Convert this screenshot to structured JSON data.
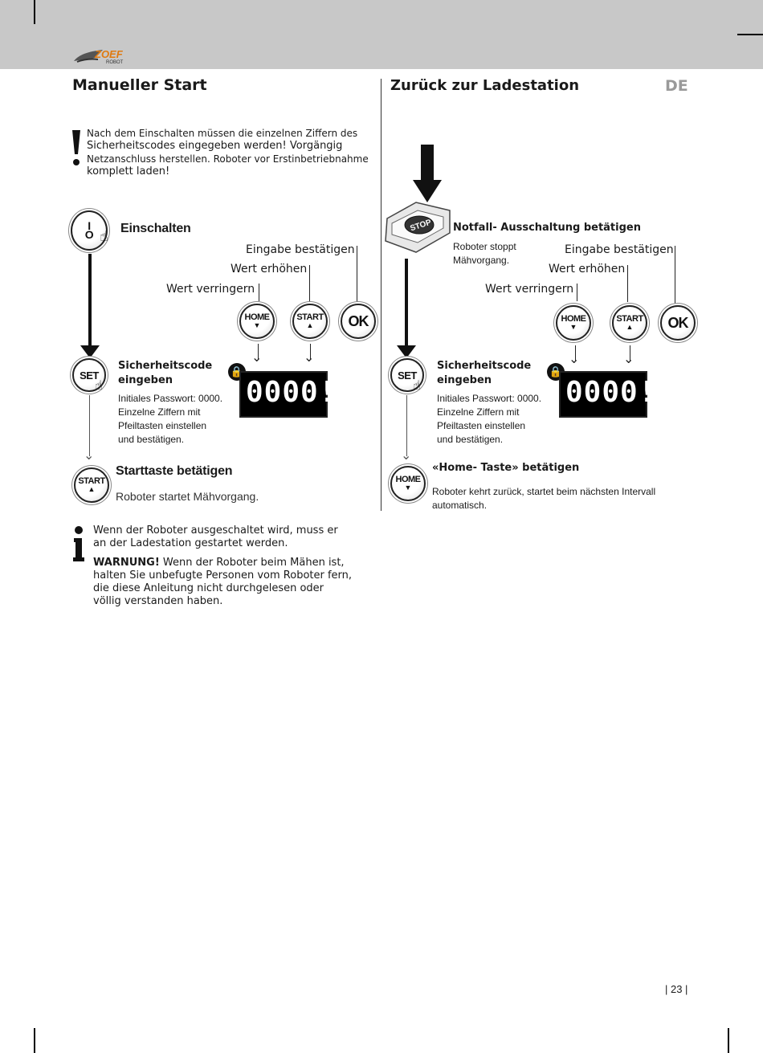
{
  "brand": {
    "logo_text": "ZOEF",
    "logo_sub": "ROBOT"
  },
  "lang": "DE",
  "page_number": "| 23 |",
  "left": {
    "title": "Manueller Start",
    "warning": {
      "line1": "Nach dem Einschalten müssen die einzelnen Ziffern des",
      "line2": "Sicherheitscodes eingegeben werden! Vorgängig",
      "line3": "Netzanschluss herstellen. Roboter vor Erstinbetriebnahme",
      "line4": "komplett laden!"
    },
    "switch_on": "Einschalten",
    "switch_symbol_i": "I",
    "switch_symbol_o": "O",
    "labels": {
      "confirm": "Eingabe bestätigen",
      "increase": "Wert erhöhen",
      "decrease": "Wert verringern"
    },
    "buttons": {
      "home": "HOME",
      "start": "START",
      "ok": "OK",
      "set": "SET"
    },
    "code_title_1": "Sicherheitscode",
    "code_title_2": "eingeben",
    "code_desc": {
      "l1": "Initiales Passwort: 0000.",
      "l2": "Einzelne Ziffern mit",
      "l3": "Pfeiltasten einstellen",
      "l4": "und bestätigen."
    },
    "display_value": "0000",
    "display_suffix": "!",
    "start_title": "Starttaste betätigen",
    "start_desc": "Roboter startet Mähvorgang.",
    "info": {
      "p1_l1": "Wenn der Roboter ausgeschaltet wird, muss er",
      "p1_l2": "an der Ladestation gestartet werden.",
      "warn_label": "WARNUNG!",
      "p2_l1": " Wenn der Roboter beim Mähen ist,",
      "p2_l2": "halten Sie unbefugte Personen vom Roboter fern,",
      "p2_l3": "die diese Anleitung nicht durchgelesen oder",
      "p2_l4": "völlig verstanden haben."
    }
  },
  "right": {
    "title": "Zurück zur Ladestation",
    "stop_label": "STOP",
    "emergency_title": "Notfall- Ausschaltung betätigen",
    "emergency_desc_1": "Roboter stoppt",
    "emergency_desc_2": "Mähvorgang.",
    "labels": {
      "confirm": "Eingabe bestätigen",
      "increase": "Wert erhöhen",
      "decrease": "Wert verringern"
    },
    "buttons": {
      "home": "HOME",
      "start": "START",
      "ok": "OK",
      "set": "SET"
    },
    "code_title_1": "Sicherheitscode",
    "code_title_2": "eingeben",
    "code_desc": {
      "l1": "Initiales Passwort: 0000.",
      "l2": "Einzelne Ziffern mit",
      "l3": "Pfeiltasten einstellen",
      "l4": "und bestätigen."
    },
    "display_value": "0000",
    "display_suffix": "!",
    "home_title": "«Home- Taste» betätigen",
    "home_desc_1": "Roboter kehrt zurück, startet beim nächsten Intervall",
    "home_desc_2": "automatisch."
  }
}
